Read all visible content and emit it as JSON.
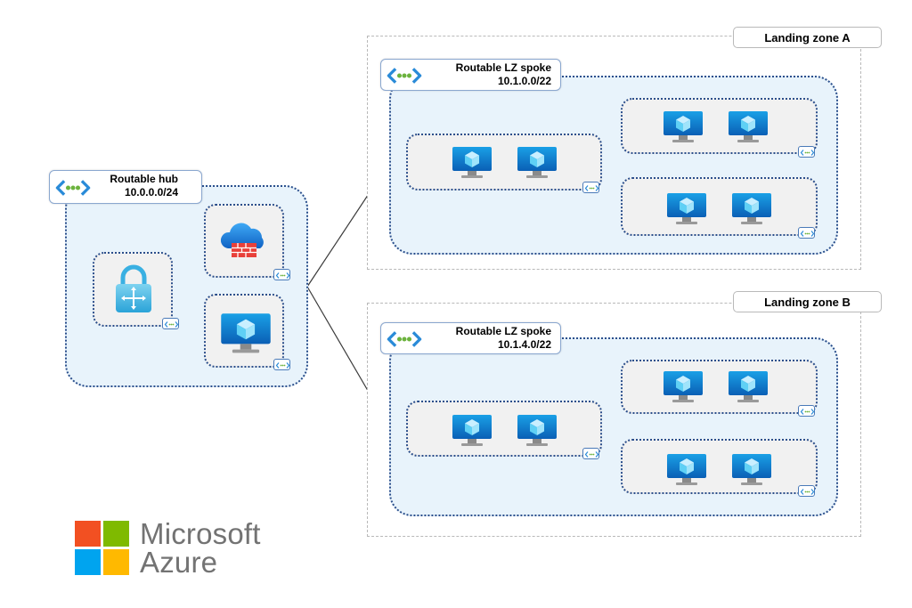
{
  "zones": {
    "a": {
      "label": "Landing zone A"
    },
    "b": {
      "label": "Landing zone B"
    }
  },
  "hub": {
    "name": "Routable hub",
    "cidr": "10.0.0.0/24"
  },
  "spoke_a": {
    "name": "Routable LZ spoke",
    "cidr": "10.1.0.0/22"
  },
  "spoke_b": {
    "name": "Routable LZ spoke",
    "cidr": "10.1.4.0/22"
  },
  "logo": {
    "line1": "Microsoft",
    "line2": "Azure",
    "colors": [
      "#f25022",
      "#7fba00",
      "#00a4ef",
      "#ffb900"
    ]
  },
  "icons": [
    "virtual-network-icon",
    "vpn-gateway-icon",
    "firewall-icon",
    "virtual-machine-icon",
    "nsg-icon"
  ]
}
